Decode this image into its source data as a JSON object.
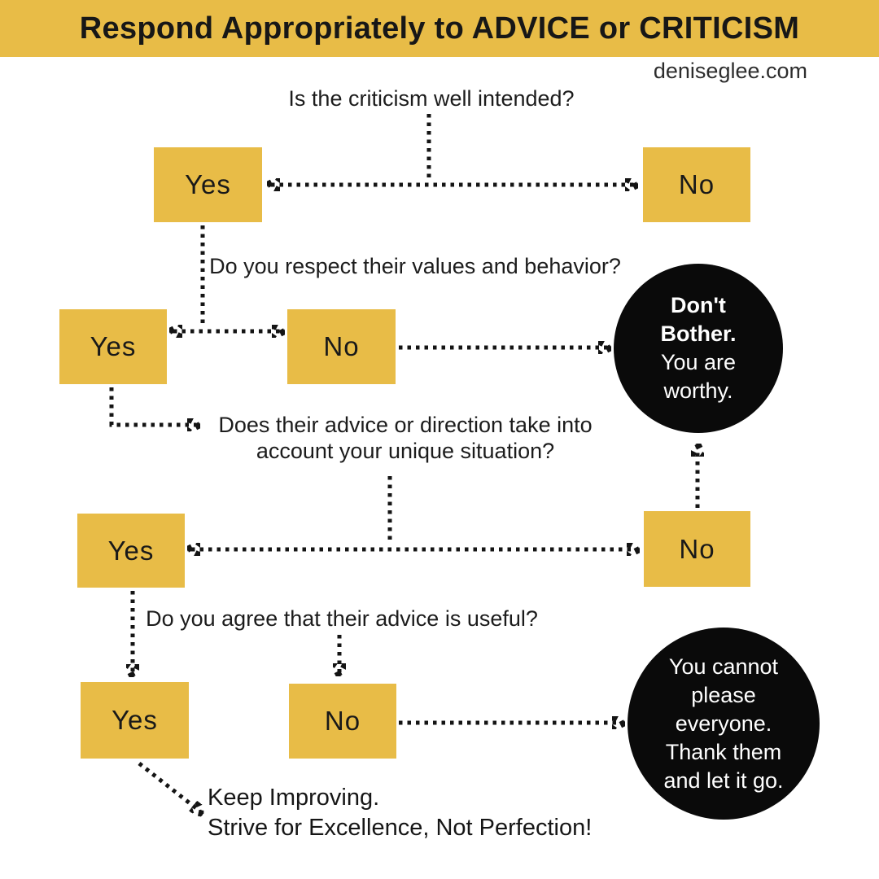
{
  "header": {
    "title": "Respond Appropriately to ADVICE or CRITICISM",
    "website": "deniseglee.com"
  },
  "colors": {
    "gold": "#E8BC47",
    "ink": "#141414",
    "circle_bg": "#0A0A0A",
    "circle_text": "#FFFFFF"
  },
  "flow": {
    "q1": {
      "question": "Is the criticism well intended?",
      "yes": "Yes",
      "no": "No"
    },
    "q2": {
      "question": "Do you respect their values and behavior?",
      "yes": "Yes",
      "no": "No"
    },
    "q3": {
      "question_line1": "Does their advice or direction take into",
      "question_line2": "account your unique situation?",
      "yes": "Yes",
      "no": "No"
    },
    "q4": {
      "question": "Do you agree that their advice is useful?",
      "yes": "Yes",
      "no": "No"
    },
    "terminal_dont_bother": {
      "emphasis": "Don't\nBother.",
      "rest": "You are\nworthy."
    },
    "terminal_cannot_please": {
      "text": "You cannot\nplease\neveryone.\nThank them\nand let it go."
    },
    "outcome": {
      "line1": "Keep Improving.",
      "line2": "Strive for Excellence, Not Perfection!"
    }
  }
}
